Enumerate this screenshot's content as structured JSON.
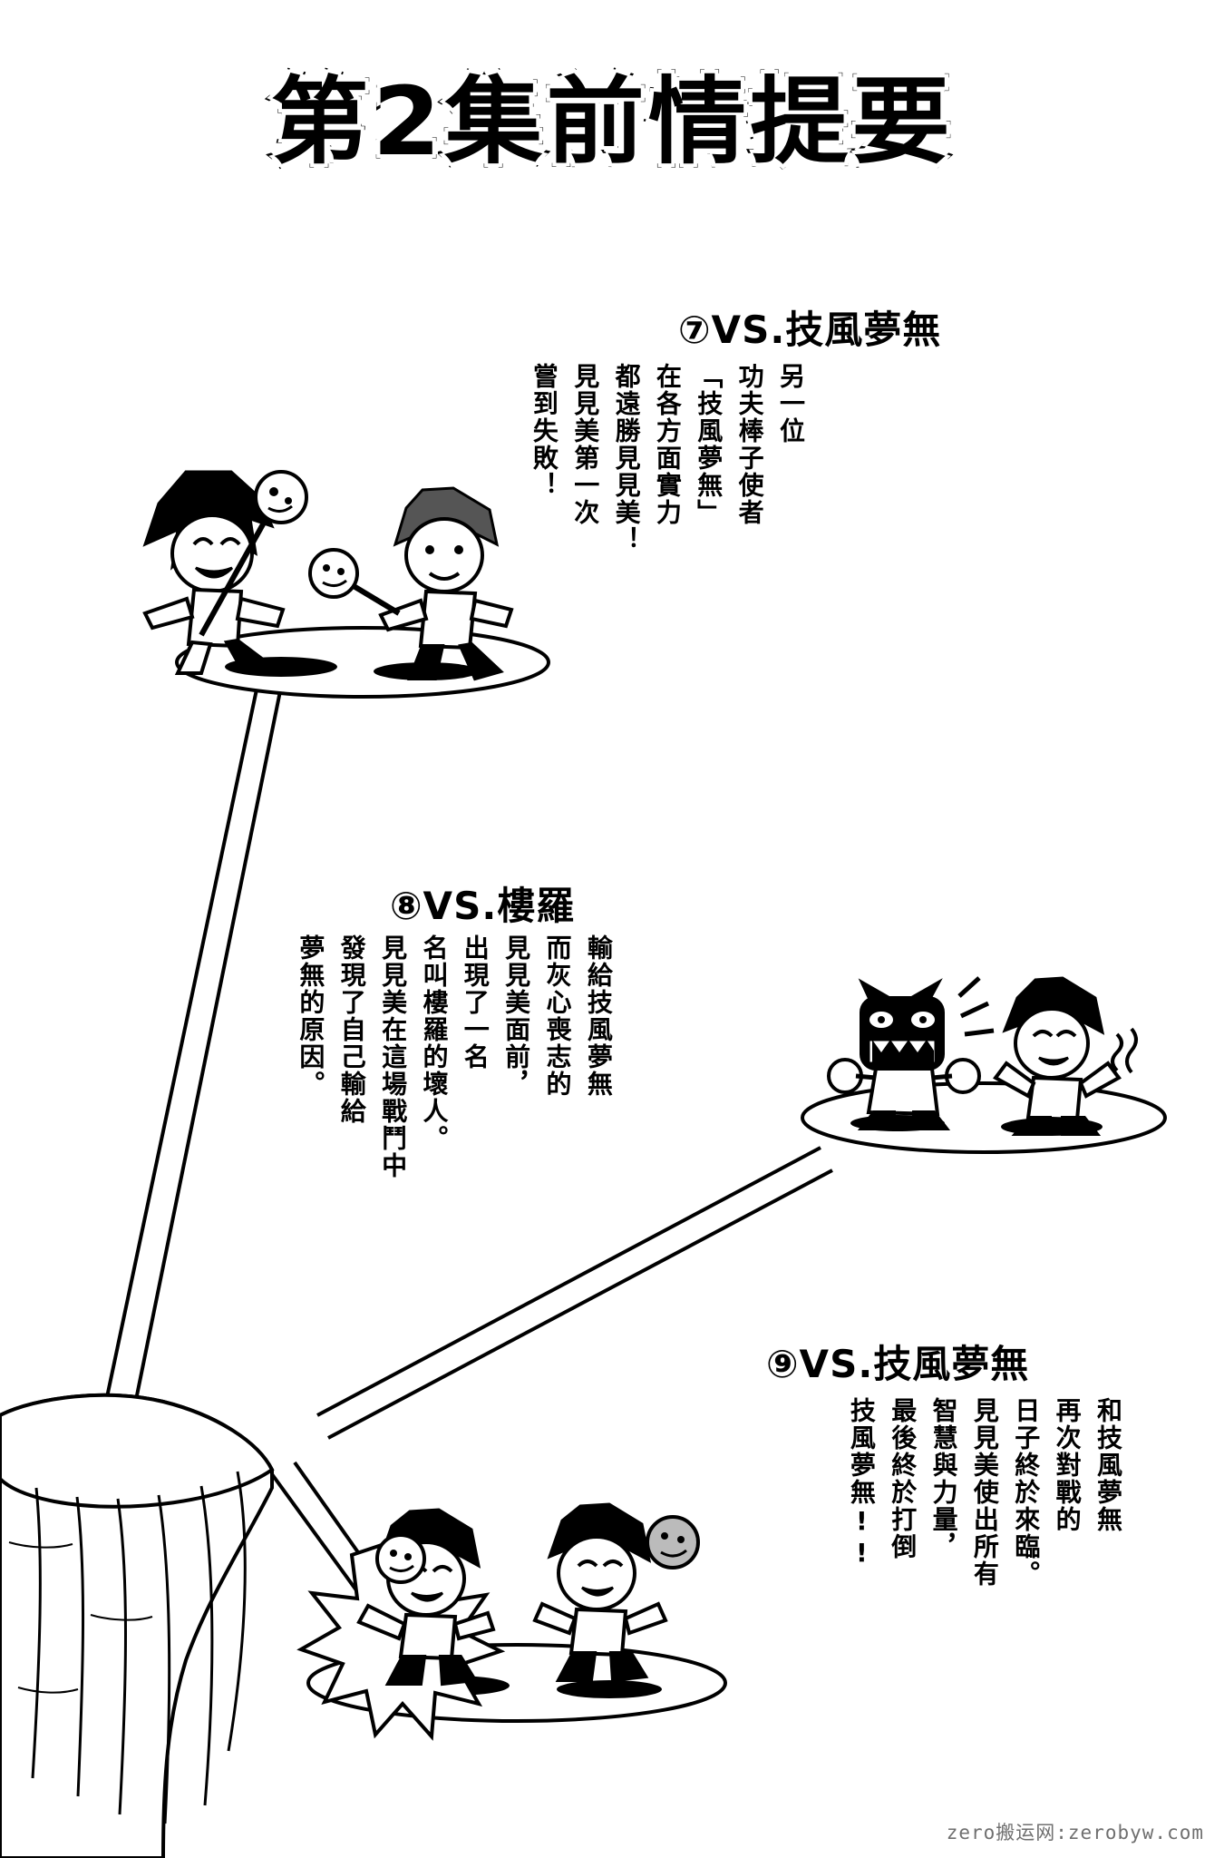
{
  "title": "第2集前情提要",
  "sections": [
    {
      "heading": "⑦VS.技風夢無",
      "lines": [
        "另一位",
        "功夫棒子使者",
        "「技風夢無」",
        "在各方面實力",
        "都遠勝見見美！",
        "見見美第一次",
        "嘗到失敗！"
      ]
    },
    {
      "heading": "⑧VS.樓羅",
      "lines": [
        "輸給技風夢無",
        "而灰心喪志的",
        "見見美面前，",
        "出現了一名",
        "名叫樓羅的壞人。",
        "見見美在這場戰鬥中",
        "發現了自己輸給",
        "夢無的原因。"
      ]
    },
    {
      "heading": "⑨VS.技風夢無",
      "lines": [
        "和技風夢無",
        "再次對戰的",
        "日子終於來臨。",
        "見見美使出所有",
        "智慧與力量，",
        "最後終於打倒",
        "技風夢無!!"
      ]
    }
  ],
  "watermark": "zero搬运网:zerobyw.com",
  "colors": {
    "ink": "#000000",
    "paper": "#ffffff",
    "watermark": "#6f6f6f"
  }
}
